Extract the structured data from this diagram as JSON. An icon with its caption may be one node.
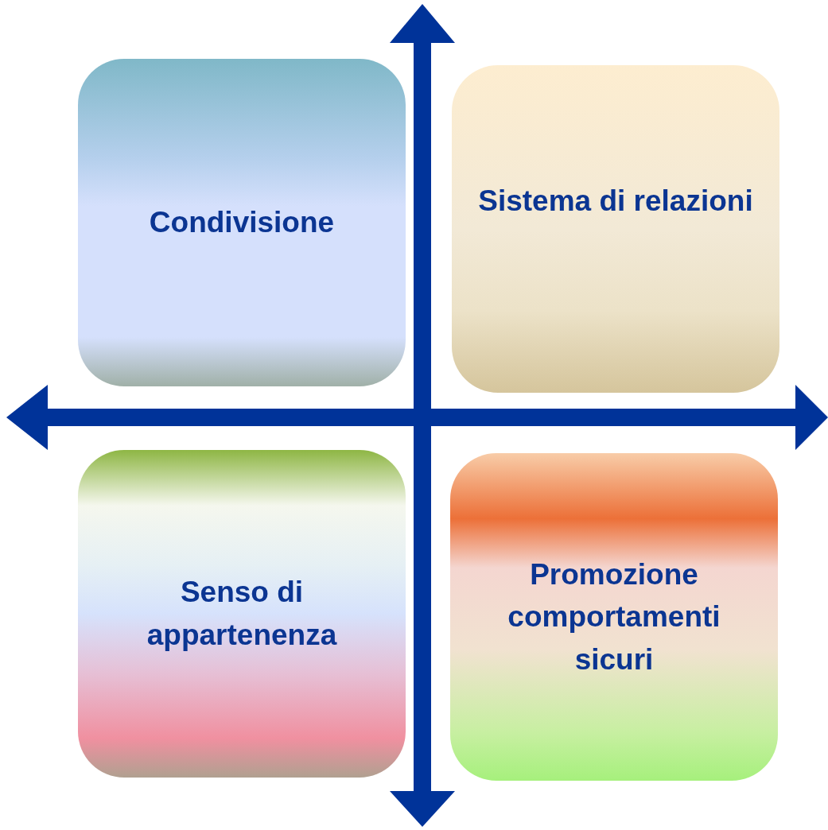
{
  "diagram": {
    "nodes": [
      {
        "text": [
          "Condivisione"
        ]
      },
      {
        "text": [
          "Sistema di relazioni"
        ]
      },
      {
        "text": [
          "Senso di appartenenza"
        ]
      },
      {
        "text": [
          "Promozione comportamenti sicuri"
        ]
      }
    ]
  }
}
